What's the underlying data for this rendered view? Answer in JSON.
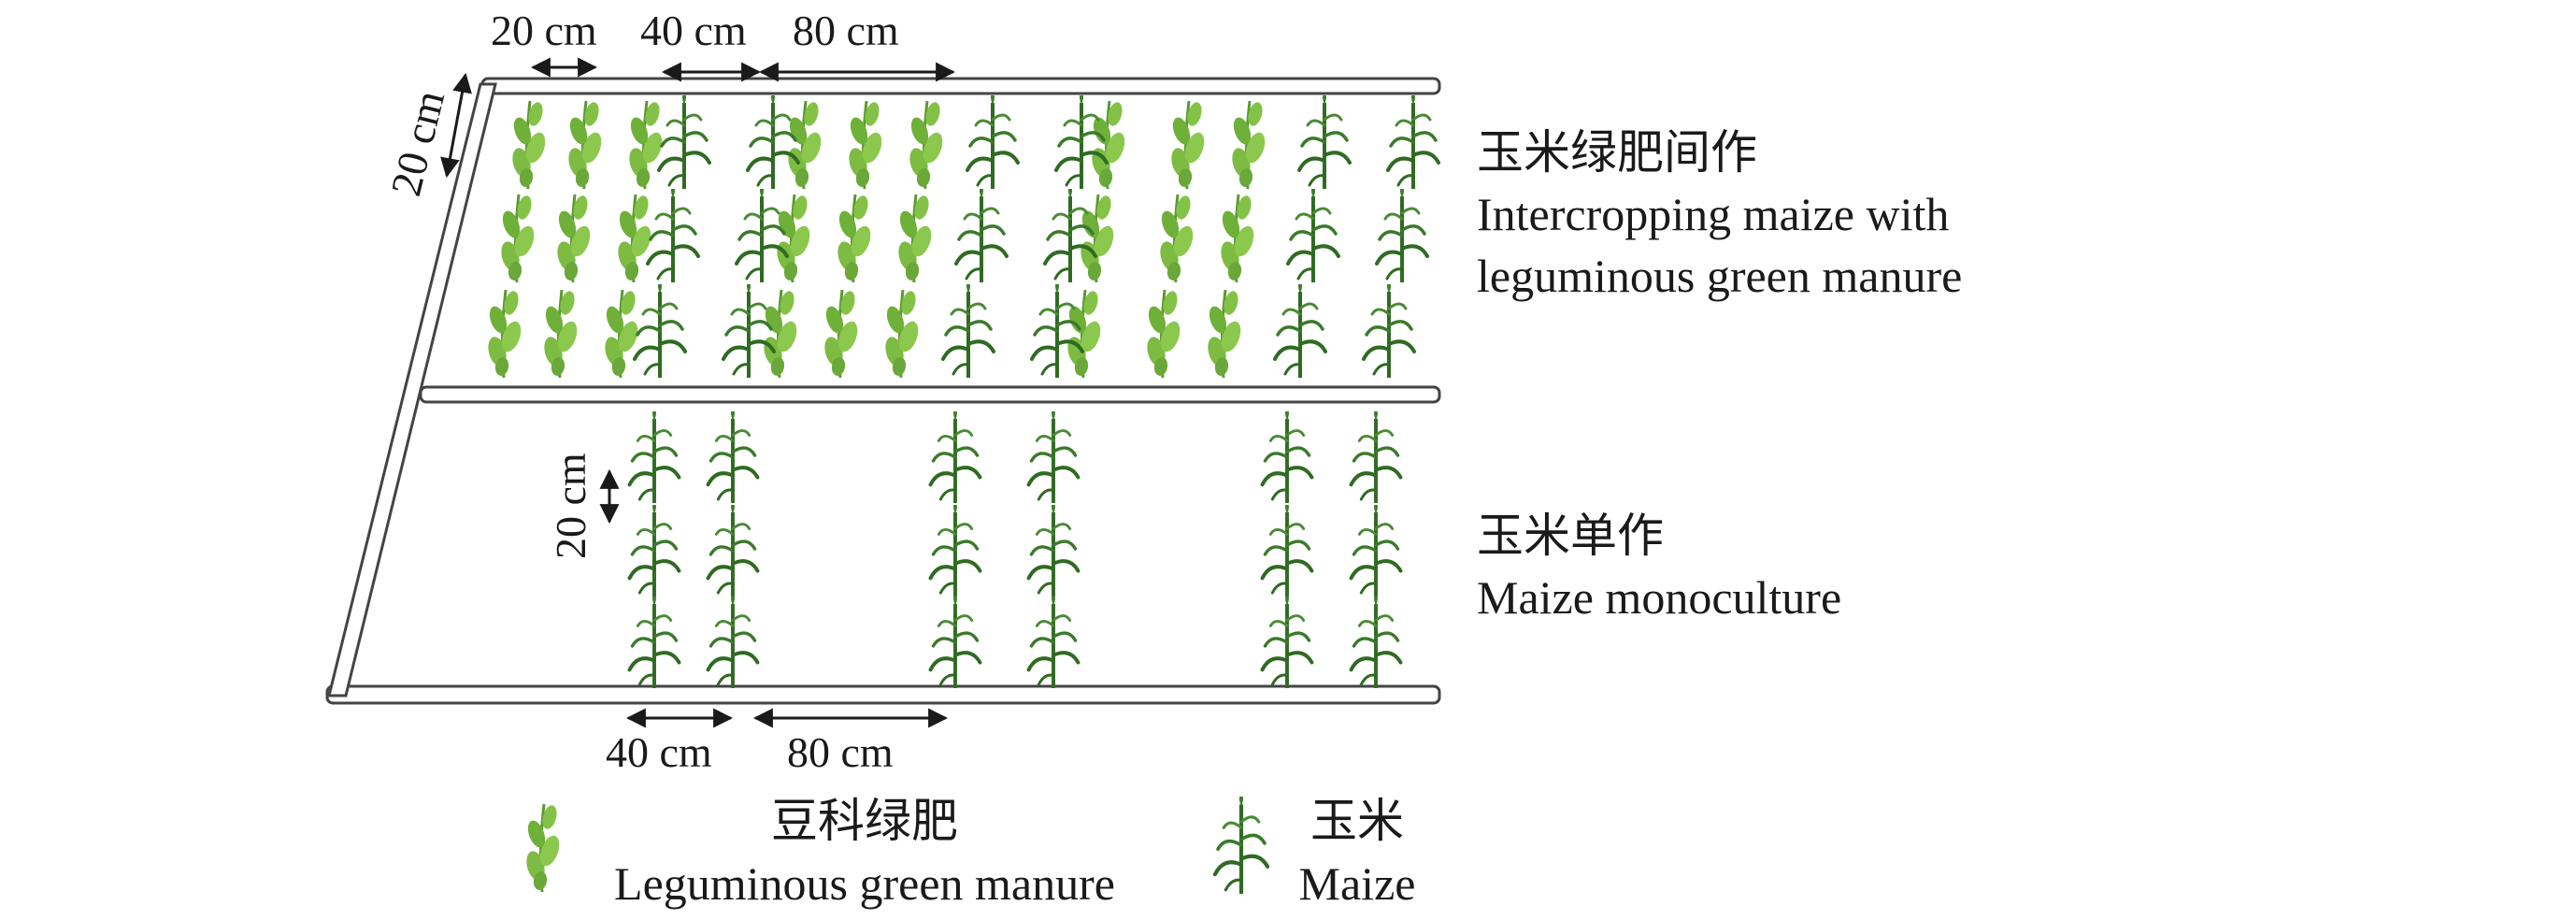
{
  "dimensions": {
    "top_20": "20 cm",
    "top_40": "40 cm",
    "top_80": "80 cm",
    "left_slant_20": "20 cm",
    "mono_vertical_20": "20 cm",
    "bottom_40": "40 cm",
    "bottom_80": "80 cm"
  },
  "labels": {
    "intercrop_cn": "玉米绿肥间作",
    "intercrop_en_line1": "Intercropping maize with",
    "intercrop_en_line2": "leguminous green manure",
    "mono_cn": "玉米单作",
    "mono_en": "Maize monoculture"
  },
  "legend": {
    "manure_cn": "豆科绿肥",
    "manure_en": "Leguminous green manure",
    "maize_cn": "玉米",
    "maize_en": "Maize"
  },
  "icons": {
    "maize": "maize-plant-icon",
    "manure": "legume-green-manure-icon"
  },
  "colors": {
    "maize_leaf": "#2f6b22",
    "manure_leaf": "#7dbb42",
    "frame": "#444444"
  }
}
